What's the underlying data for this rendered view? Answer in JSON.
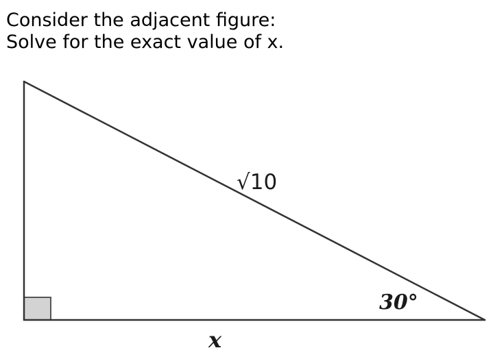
{
  "prompt": {
    "line1": "Consider the adjacent figure:",
    "line2": "Solve for the exact value of x."
  },
  "figure": {
    "hypotenuse_label": "√10",
    "angle_label": "30°",
    "base_label": "x",
    "right_angle_marker": "right-angle-square-icon",
    "colors": {
      "stroke": "#333333",
      "right_angle_fill": "#d3d3d3"
    }
  }
}
